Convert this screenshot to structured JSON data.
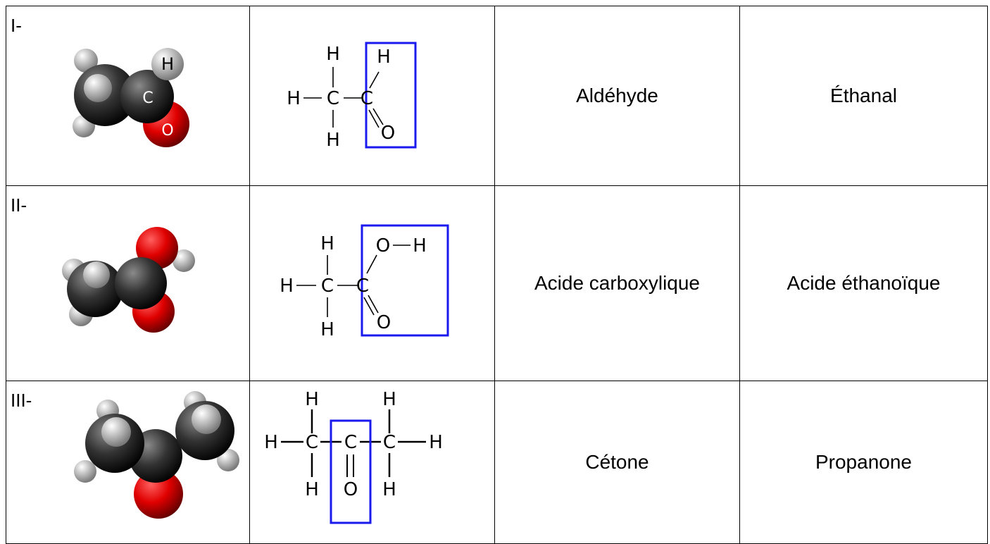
{
  "colors": {
    "carbon": "#2a2a2a",
    "hydrogen": "#d8d8d8",
    "oxygen": "#e00000",
    "highlight_box": "#1a1aee",
    "border": "#000000"
  },
  "rows": [
    {
      "numeral": "I-",
      "family": "Aldéhyde",
      "name": "Éthanal",
      "model_labels": {
        "h": "H",
        "c": "C",
        "o": "O"
      },
      "formula": {
        "h": "H",
        "c": "C",
        "o": "O"
      }
    },
    {
      "numeral": "II-",
      "family": "Acide carboxylique",
      "name": "Acide éthanoïque",
      "formula": {
        "h": "H",
        "c": "C",
        "o": "O"
      }
    },
    {
      "numeral": "III-",
      "family": "Cétone",
      "name": "Propanone",
      "formula": {
        "h": "H",
        "c": "C",
        "o": "O"
      }
    }
  ]
}
